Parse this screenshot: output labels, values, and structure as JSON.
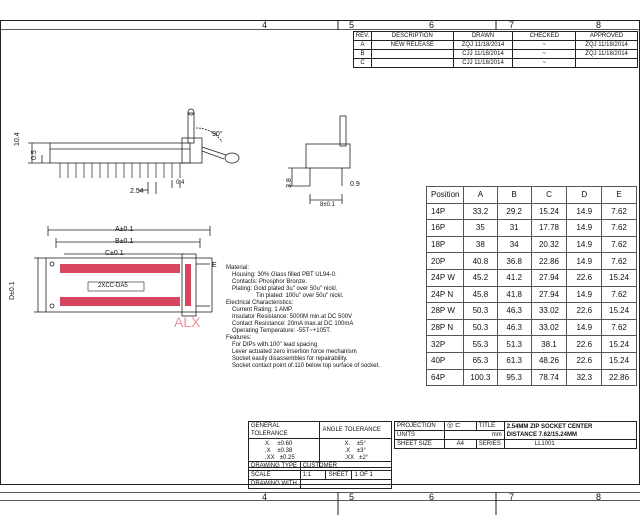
{
  "zones": {
    "top": [
      "4",
      "5",
      "6",
      "7",
      "8"
    ],
    "bottom": [
      "4",
      "5",
      "6",
      "7",
      "8"
    ]
  },
  "revisions": {
    "headers": [
      "REV.",
      "DESCRIPTION",
      "DRAWN",
      "CHECKED",
      "APPROVED"
    ],
    "rows": [
      {
        "rev": "A",
        "desc": "NEW RELEASE",
        "drawn": "ZQJ 11/18/2014",
        "checked": "~",
        "approved": "ZQJ 11/18/2014"
      },
      {
        "rev": "B",
        "desc": "",
        "drawn": "CJJ 11/18/2014",
        "checked": "~",
        "approved": "ZQJ 11/18/2014"
      },
      {
        "rev": "C",
        "desc": "",
        "drawn": "CJJ 11/18/2014",
        "checked": "~",
        "approved": ""
      }
    ]
  },
  "front_view": {
    "dim_height": "10.4",
    "dim_low": "0.5",
    "dim_pitch": "2.54",
    "dim_pin": "0.4",
    "angle": "90°"
  },
  "side_view": {
    "dim_left": "3.8",
    "dim_right": "0.9",
    "dim_bottom": "8±0.1"
  },
  "top_view": {
    "dim_a": "A±0.1",
    "dim_b": "B±0.1",
    "dim_c": "C±0.1",
    "dim_d": "D±0.1",
    "dim_e": "E",
    "label": "2XCC-DA5"
  },
  "watermark": "ALX",
  "notes": [
    "Material:",
    "Housing: 30% Glass filled PBT UL94-0.",
    "Contacts: Phosphor Bronze.",
    "Plating: Gold plated 3u\" over 50u\" nickl.",
    "Tin plated: 100u\" over 50u\" nickl.",
    "Electrical Characteristics:",
    "Current Rating: 1 AMP.",
    "Insulator Resistance: 5000M min.at DC 500V",
    "Contact Resistance: 20mA max.at DC 100mA",
    "Operating Temperature: -55T~+105T.",
    "Features:",
    "For DIPs with.100\" lead spacing",
    "Lever actuated zero insertion force mechanism",
    "Socket easily disassembles for repairability.",
    "Socket contact point of.110 below top surface of socket."
  ],
  "dimensions": {
    "headers": [
      "Position",
      "A",
      "B",
      "C",
      "D",
      "E"
    ],
    "rows": [
      [
        "14P",
        "33.2",
        "29.2",
        "15.24",
        "14.9",
        "7.62"
      ],
      [
        "16P",
        "35",
        "31",
        "17.78",
        "14.9",
        "7.62"
      ],
      [
        "18P",
        "38",
        "34",
        "20.32",
        "14.9",
        "7.62"
      ],
      [
        "20P",
        "40.8",
        "36.8",
        "22.86",
        "14.9",
        "7.62"
      ],
      [
        "24P W",
        "45.2",
        "41.2",
        "27.94",
        "22.6",
        "15.24"
      ],
      [
        "24P N",
        "45.8",
        "41.8",
        "27.94",
        "14.9",
        "7.62"
      ],
      [
        "28P W",
        "50.3",
        "46.3",
        "33.02",
        "22.6",
        "15.24"
      ],
      [
        "28P N",
        "50.3",
        "46.3",
        "33.02",
        "14.9",
        "7.62"
      ],
      [
        "32P",
        "55.3",
        "51.3",
        "38.1",
        "22.6",
        "15.24"
      ],
      [
        "40P",
        "65.3",
        "61.3",
        "48.26",
        "22.6",
        "15.24"
      ],
      [
        "64P",
        "100.3",
        "95.3",
        "78.74",
        "32.3",
        "22.86"
      ]
    ]
  },
  "title_block": {
    "general_tolerance": "GENERAL TOLERANCE",
    "angle_tolerance": "ANGLE TOLERANCE",
    "gt_rows": [
      [
        "X.",
        "±0.60"
      ],
      [
        ".X",
        "±0.38"
      ],
      [
        ".XX",
        "±0.25"
      ]
    ],
    "at_rows": [
      [
        "X.",
        "±5°"
      ],
      [
        ".X",
        "±3°"
      ],
      [
        ".XX",
        "±2°"
      ]
    ],
    "drawing_type_label": "DRAWING TYPE",
    "drawing_type": "CUSTOMER",
    "scale_label": "SCALE",
    "scale": "1:1",
    "sheet_label": "SHEET",
    "sheet": "1 OF 1",
    "drawing_with_label": "DRAWING WITH",
    "projection_label": "PROJECTION",
    "title_label": "TITLE",
    "units_label": "UNITS",
    "units": "mm",
    "sheet_size_label": "SHEET SIZE",
    "sheet_size": "A4",
    "series_label": "SERIES",
    "series": "LL1001",
    "title_line1": "2.54MM ZIP SOCKET CENTER",
    "title_line2": "DISTANCE 7.62/15.24MM"
  }
}
